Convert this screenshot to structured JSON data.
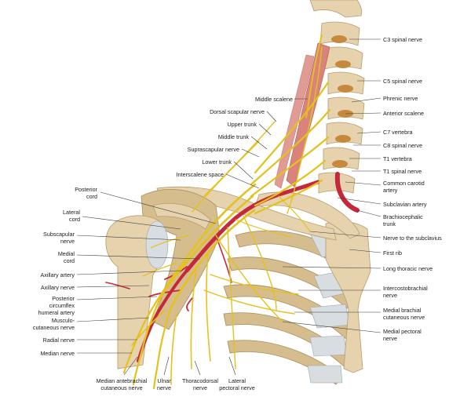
{
  "labels_right": {
    "c3_spinal_nerve": "C3 spinal nerve",
    "c5_spinal_nerve": "C5 spinal nerve",
    "phrenic_nerve": "Phrenic nerve",
    "anterior_scalene": "Anterior scalene",
    "c7_vertebra": "C7 vertebra",
    "c8_spinal_nerve": "C8 spinal nerve",
    "t1_vertebra": "T1 vertebra",
    "t1_spinal_nerve": "T1 spinal nerve",
    "common_carotid_1": "Common carotid",
    "common_carotid_2": "artery",
    "subclavian_artery": "Subclavian artery",
    "brachiocephalic_1": "Brachiocephalic",
    "brachiocephalic_2": "trunk",
    "nerve_to_subclavius": "Nerve to the subclavius",
    "first_rib": "First rib",
    "long_thoracic": "Long thoracic nerve",
    "intercostobrachial_1": "Intercostobrachial",
    "intercostobrachial_2": "nerve",
    "medial_brachial_1": "Medial brachial",
    "medial_brachial_2": "cutaneous nerve",
    "medial_pectoral_1": "Medial pectoral",
    "medial_pectoral_2": "nerve"
  },
  "labels_center": {
    "middle_scalene": "Middle scalene",
    "dorsal_scapular": "Dorsal scapular nerve",
    "upper_trunk": "Upper trunk",
    "middle_trunk": "Middle trunk",
    "suprascapular": "Suprascapular nerve",
    "lower_trunk": "Lower trunk",
    "interscalene_space": "Interscalene space"
  },
  "labels_left": {
    "posterior_cord_1": "Posterior",
    "posterior_cord_2": "cord",
    "lateral_cord_1": "Lateral",
    "lateral_cord_2": "cord",
    "subscapular_1": "Subscapular",
    "subscapular_2": "nerve",
    "medial_cord_1": "Medial",
    "medial_cord_2": "cord",
    "axillary_artery": "Axillary artery",
    "axillary_nerve": "Axillary nerve",
    "post_circ_1": "Posterior",
    "post_circ_2": "circumflex",
    "post_circ_3": "humeral artery",
    "musculo_1": "Musculo-",
    "musculo_2": "cutaneous nerve",
    "radial_nerve": "Radial nerve",
    "median_nerve": "Median nerve"
  },
  "labels_bottom": {
    "median_ante_1": "Median antebrachial",
    "median_ante_2": "cutaneous nerve",
    "ulnar_1": "Ulnar",
    "ulnar_2": "nerve",
    "thoracodorsal_1": "Thoracodorsal",
    "thoracodorsal_2": "nerve",
    "lateral_pectoral_1": "Lateral",
    "lateral_pectoral_2": "pectoral nerve"
  }
}
